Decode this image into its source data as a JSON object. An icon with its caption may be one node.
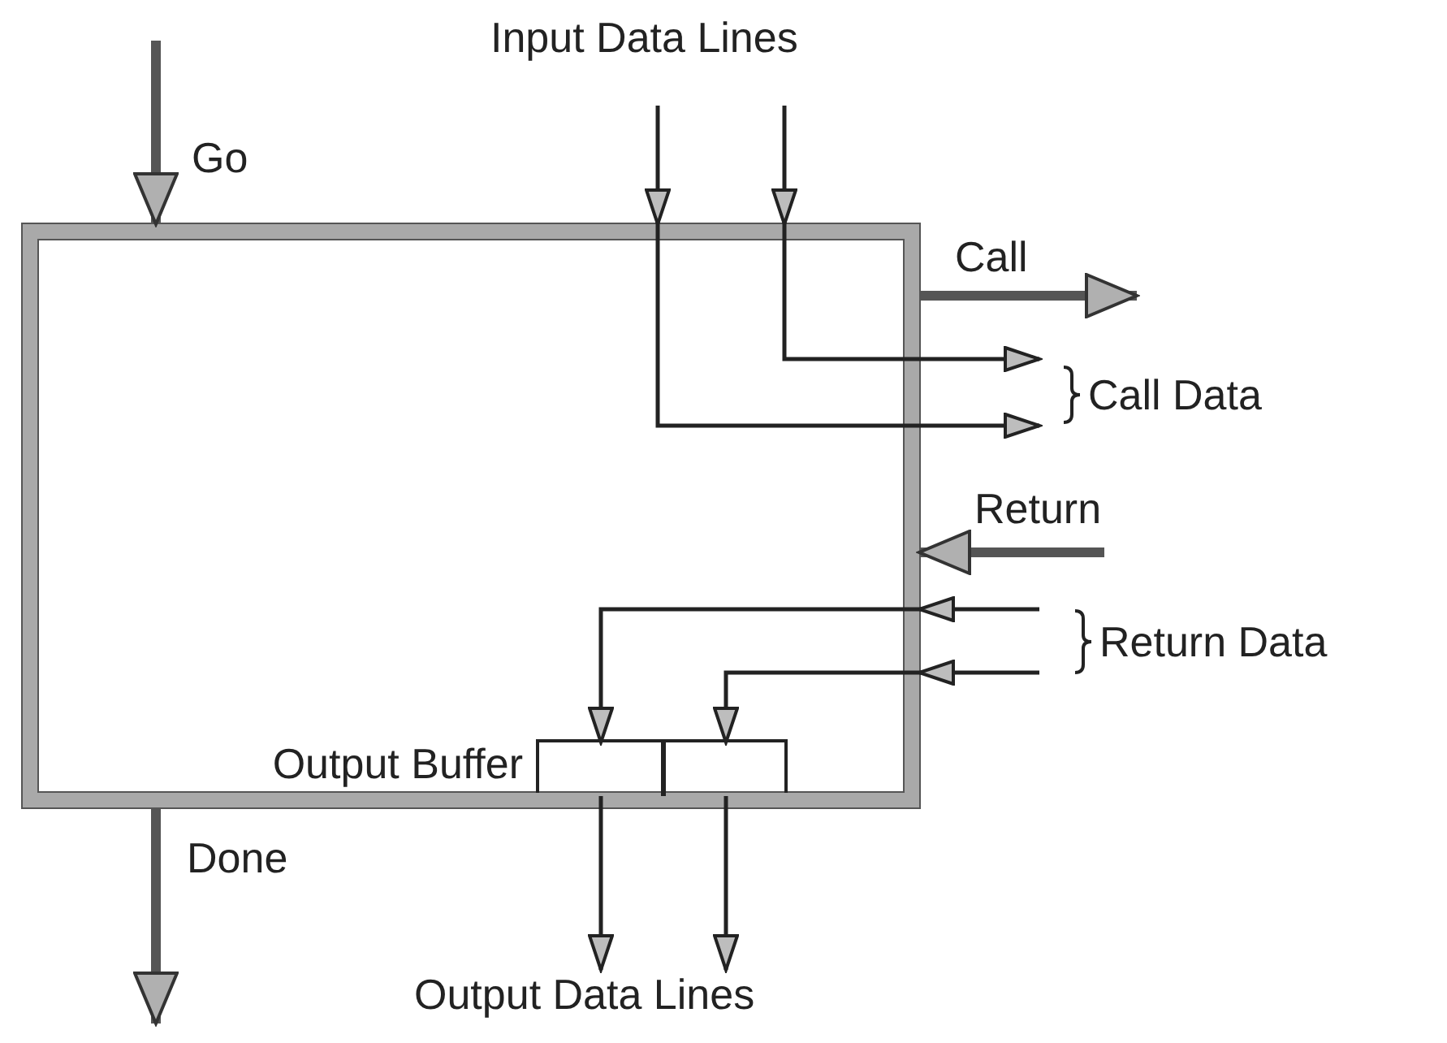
{
  "diagram": {
    "nodes": [
      {
        "text": [],
        "shape": "box"
      },
      {
        "text": [
          "Output Buffer"
        ],
        "in": 0
      },
      {
        "text": [],
        "shape": "box",
        "in": 1
      },
      {
        "text": [],
        "shape": "box",
        "in": 1
      },
      {
        "text": [
          "Output Data Lines"
        ]
      }
    ],
    "edges": [
      {
        "from": null,
        "to": 0,
        "arrow": "to",
        "style": "thick",
        "label": "Go"
      },
      {
        "from": null,
        "to": 0,
        "arrow": "to"
      },
      {
        "from": null,
        "to": 0,
        "arrow": "to"
      },
      {
        "from": 0,
        "to": null,
        "arrow": "to",
        "style": "thick",
        "label": "Call"
      },
      {
        "from": 0,
        "to": null,
        "arrow": "to"
      },
      {
        "from": 0,
        "to": null,
        "arrow": "to"
      },
      {
        "from": null,
        "to": 0,
        "arrow": "to",
        "style": "thick",
        "label": "Return"
      },
      {
        "from": null,
        "to": 0,
        "arrow": "to"
      },
      {
        "from": null,
        "to": 0,
        "arrow": "to"
      },
      {
        "from": 0,
        "to": 2,
        "arrow": "to"
      },
      {
        "from": 0,
        "to": 3,
        "arrow": "to"
      },
      {
        "from": 2,
        "to": 4,
        "arrow": "to"
      },
      {
        "from": 3,
        "to": 4,
        "arrow": "to"
      },
      {
        "from": 0,
        "to": null,
        "arrow": "to",
        "style": "thick",
        "label": "Done"
      }
    ],
    "labels": [
      "Input Data Lines",
      "Call Data",
      "Return Data"
    ]
  }
}
